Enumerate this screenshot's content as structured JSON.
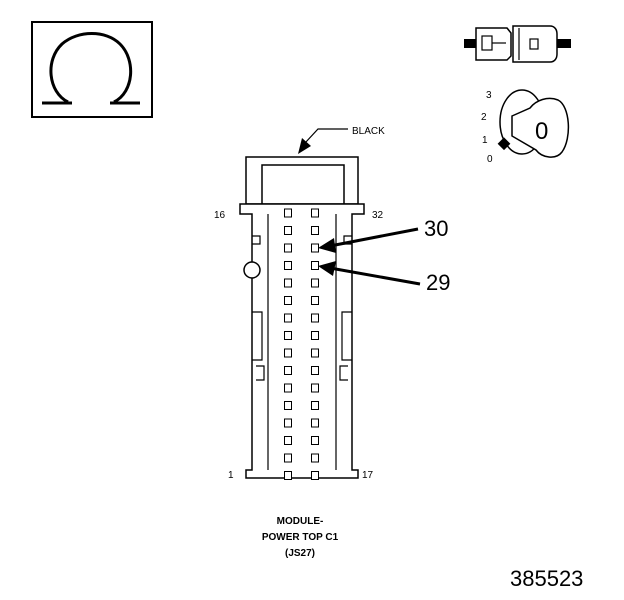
{
  "symbol": {
    "icon": "ohm-icon"
  },
  "ignition": {
    "positions": [
      "3",
      "2",
      "1",
      "0"
    ],
    "key_label": "0"
  },
  "connector": {
    "color_label": "BLACK",
    "pin_range": {
      "top_left": "16",
      "top_right": "32",
      "bottom_left": "1",
      "bottom_right": "17"
    },
    "callouts": [
      "30",
      "29"
    ],
    "caption": [
      "MODULE-",
      "POWER TOP C1",
      "(JS27)"
    ]
  },
  "figure_number": "385523"
}
